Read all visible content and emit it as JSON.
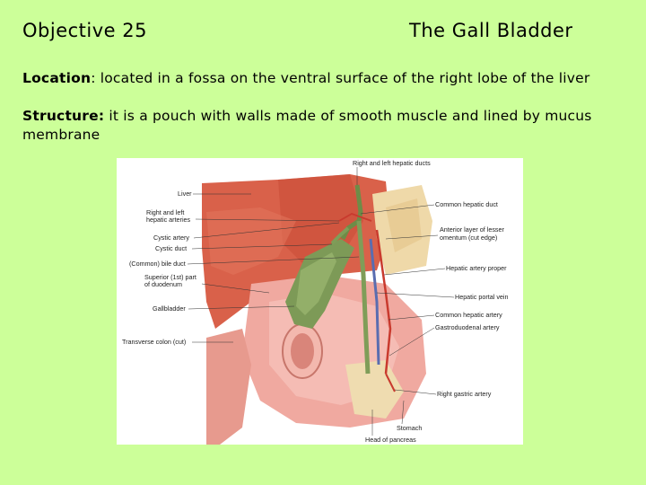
{
  "header": {
    "objective": "Objective 25",
    "topic": "The Gall Bladder"
  },
  "location": {
    "label": "Location",
    "text": ": located in a fossa on the ventral surface of the right lobe  of the liver"
  },
  "structure": {
    "label": "Structure:",
    "text": " it is a pouch with walls made of smooth muscle and lined by mucus membrane"
  },
  "figure": {
    "labels_left": {
      "liver": "Liver",
      "rl_hepatic_arteries_1": "Right and left",
      "rl_hepatic_arteries_2": "hepatic arteries",
      "cystic_artery": "Cystic artery",
      "cystic_duct": "Cystic duct",
      "common_bile_duct": "(Common) bile duct",
      "superior_duodenum_1": "Superior (1st) part",
      "superior_duodenum_2": "of duodenum",
      "gallbladder": "Gallbladder",
      "transverse_colon": "Transverse colon (cut)"
    },
    "labels_right": {
      "rl_hepatic_ducts": "Right and left hepatic ducts",
      "common_hepatic_duct": "Common hepatic duct",
      "lesser_omentum_1": "Anterior layer of lesser",
      "lesser_omentum_2": "omentum (cut edge)",
      "hepatic_artery_proper": "Hepatic artery proper",
      "hepatic_portal_vein": "Hepatic portal vein",
      "common_hepatic_artery": "Common hepatic artery",
      "gastroduodenal_artery": "Gastroduodenal artery",
      "right_gastric_artery": "Right gastric artery",
      "stomach": "Stomach",
      "head_of_pancreas": "Head of pancreas"
    }
  }
}
